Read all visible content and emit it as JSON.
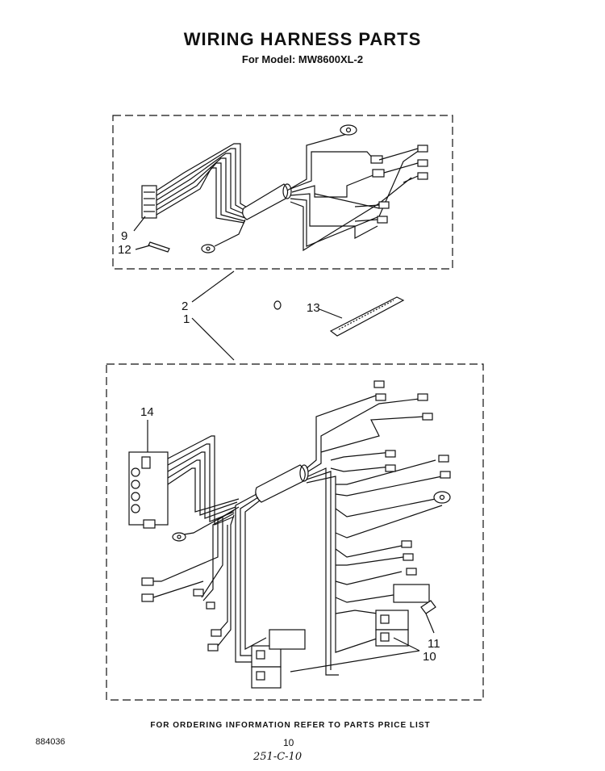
{
  "header": {
    "title": "WIRING HARNESS PARTS",
    "model_line": "For Model: MW8600XL-2"
  },
  "callouts": {
    "c9": "9",
    "c12": "12",
    "c2": "2",
    "c1": "1",
    "c13": "13",
    "c14": "14",
    "c11": "11",
    "c10": "10"
  },
  "footer": {
    "ordering_note": "FOR ORDERING INFORMATION REFER TO PARTS PRICE LIST",
    "document_number": "884036",
    "page_number": "10",
    "handwritten_note": "251-C-10"
  }
}
